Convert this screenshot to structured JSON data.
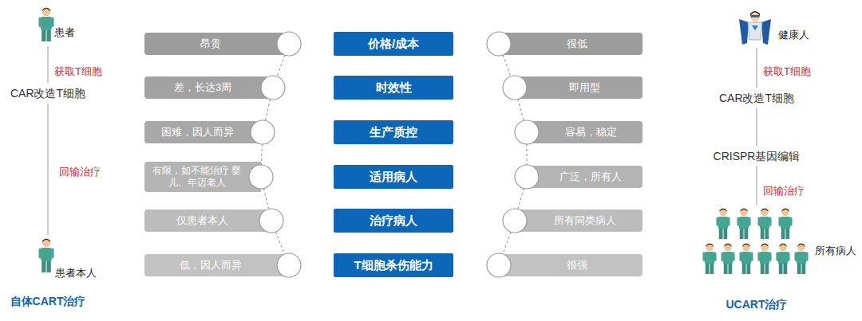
{
  "diagram": {
    "nodes": [
      {
        "text": [
          "昂贵"
        ]
      },
      {
        "text": [
          "价格/成本"
        ]
      },
      {
        "text": [
          "很低"
        ]
      },
      {
        "text": [
          "差，长达3周"
        ]
      },
      {
        "text": [
          "时效性"
        ]
      },
      {
        "text": [
          "即用型"
        ]
      },
      {
        "text": [
          "困难，因人而异"
        ]
      },
      {
        "text": [
          "生产质控"
        ]
      },
      {
        "text": [
          "容易，稳定"
        ]
      },
      {
        "text": [
          "有限，如不能治疗 婴儿、年迈老人"
        ]
      },
      {
        "text": [
          "适用病人"
        ]
      },
      {
        "text": [
          "广泛，所有人"
        ]
      },
      {
        "text": [
          "仅患者本人"
        ]
      },
      {
        "text": [
          "治疗病人"
        ]
      },
      {
        "text": [
          "所有同类病人"
        ]
      },
      {
        "text": [
          "低，因人而异"
        ]
      },
      {
        "text": [
          "T细胞杀伤能力"
        ]
      },
      {
        "text": [
          "很强"
        ]
      }
    ],
    "labels": [
      "患者",
      "获取T细胞",
      "CAR改造T细胞",
      "回输治疗",
      "患者本人",
      "自体CART治疗",
      "健康人",
      "获取T细胞",
      "CAR改造T细胞",
      "CRISPR基因编辑",
      "回输治疗",
      "所有病人",
      "UCART治疗"
    ]
  }
}
